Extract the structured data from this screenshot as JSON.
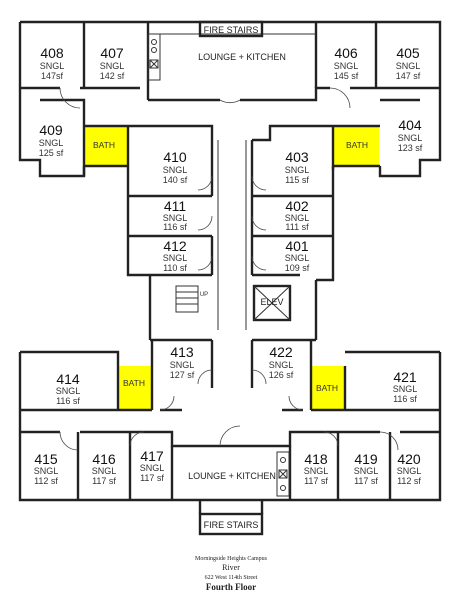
{
  "colors": {
    "bath": "#ffff00",
    "wall": "#222222",
    "background": "#ffffff"
  },
  "labels": {
    "fire_stairs_top": "FIRE STAIRS",
    "fire_stairs_bottom": "FIRE STAIRS",
    "lounge_top": "LOUNGE + KITCHEN",
    "lounge_bottom": "LOUNGE + KITCHEN",
    "elevator": "ELEV",
    "stair_marker": "UP"
  },
  "baths": {
    "label": "BATH"
  },
  "rooms": {
    "r408": {
      "num": "408",
      "type": "SNGL",
      "area": "147sf"
    },
    "r407": {
      "num": "407",
      "type": "SNGL",
      "area": "142 sf"
    },
    "r406": {
      "num": "406",
      "type": "SNGL",
      "area": "145 sf"
    },
    "r405": {
      "num": "405",
      "type": "SNGL",
      "area": "147 sf"
    },
    "r409": {
      "num": "409",
      "type": "SNGL",
      "area": "125 sf"
    },
    "r404": {
      "num": "404",
      "type": "SNGL",
      "area": "123 sf"
    },
    "r410": {
      "num": "410",
      "type": "SNGL",
      "area": "140 sf"
    },
    "r403": {
      "num": "403",
      "type": "SNGL",
      "area": "115 sf"
    },
    "r411": {
      "num": "411",
      "type": "SNGL",
      "area": "116 sf"
    },
    "r402": {
      "num": "402",
      "type": "SNGL",
      "area": "111 sf"
    },
    "r412": {
      "num": "412",
      "type": "SNGL",
      "area": "110 sf"
    },
    "r401": {
      "num": "401",
      "type": "SNGL",
      "area": "109 sf"
    },
    "r413": {
      "num": "413",
      "type": "SNGL",
      "area": "127 sf"
    },
    "r422": {
      "num": "422",
      "type": "SNGL",
      "area": "126 sf"
    },
    "r414": {
      "num": "414",
      "type": "SNGL",
      "area": "116 sf"
    },
    "r421": {
      "num": "421",
      "type": "SNGL",
      "area": "116 sf"
    },
    "r415": {
      "num": "415",
      "type": "SNGL",
      "area": "112 sf"
    },
    "r416": {
      "num": "416",
      "type": "SNGL",
      "area": "117 sf"
    },
    "r417": {
      "num": "417",
      "type": "SNGL",
      "area": "117 sf"
    },
    "r418": {
      "num": "418",
      "type": "SNGL",
      "area": "117 sf"
    },
    "r419": {
      "num": "419",
      "type": "SNGL",
      "area": "117 sf"
    },
    "r420": {
      "num": "420",
      "type": "SNGL",
      "area": "112 sf"
    }
  },
  "caption": {
    "campus": "Morningside Heights Campus",
    "building": "River",
    "address": "622 West 114th Street",
    "floor": "Fourth Floor"
  }
}
